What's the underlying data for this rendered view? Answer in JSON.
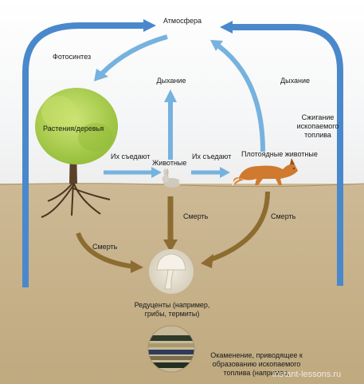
{
  "labels": {
    "atmosphere": "Атмосфера",
    "photosynthesis": "Фотосинтез",
    "respiration_animals": "Дыхание",
    "respiration_predators": "Дыхание",
    "fossil_burning": "Сжигание ископаемого топлива",
    "plants": "Растения/деревья",
    "eaten_1": "Их съедают",
    "animals": "Животные",
    "eaten_2": "Их съедают",
    "predators": "Плотоядные животные",
    "death_animals": "Смерть",
    "death_predators": "Смерть",
    "death_plants": "Смерть",
    "decomposers": "Редуценты (например, грибы, термиты)",
    "fossilization": "Окаменение, приводящее к образованию ископаемого топлива (например,",
    "watermark": "instant-lessons.ru"
  },
  "colors": {
    "sky": "#ffffff",
    "soil": "#c7b38f",
    "soil_dark": "#b9a37c",
    "blue_arrow": "#5e9fcf",
    "blue_border": "#3a77c0",
    "brown_arrow": "#8c6c30",
    "tree_crown": "#b5d654",
    "tree_trunk": "#5c4128",
    "fox": "#cf7a2e",
    "mushroom_cap": "#f1ece0",
    "decomposer_circle": "#e2dccd"
  },
  "icons": {
    "tree": "tree-illustration",
    "rabbit": "rabbit-illustration",
    "fox": "fox-illustration",
    "mushroom": "mushroom-icon",
    "strata": "rock-strata-icon"
  }
}
